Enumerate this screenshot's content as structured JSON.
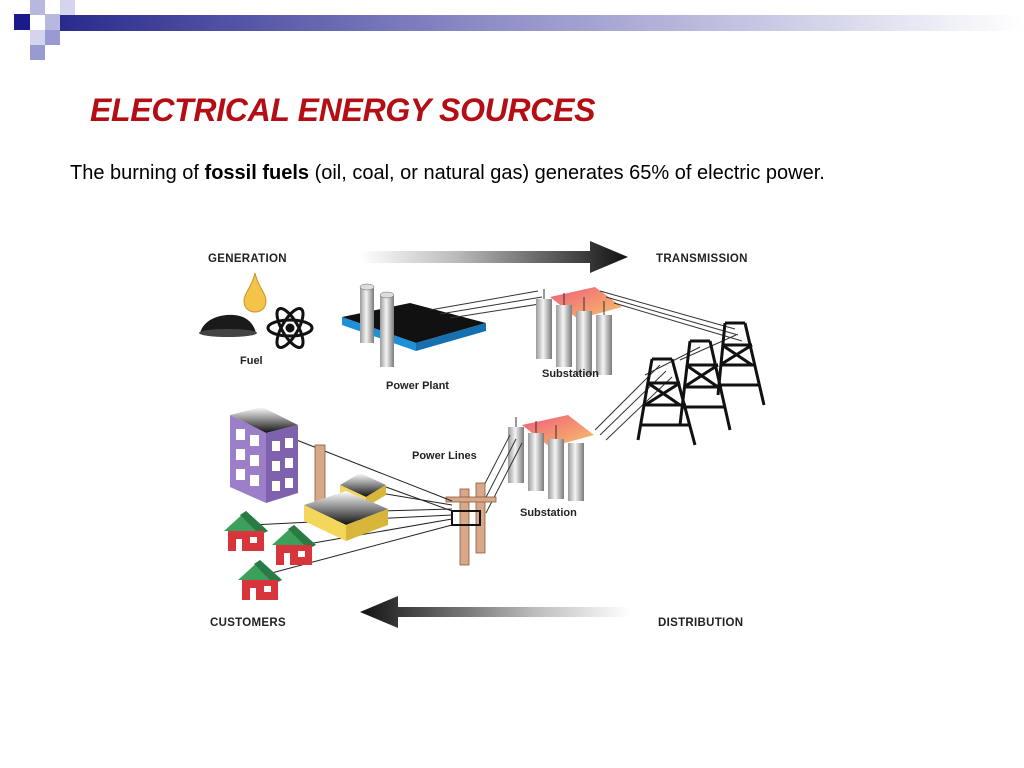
{
  "slide": {
    "title": "ELECTRICAL ENERGY SOURCES",
    "subtitle": {
      "before": "The burning of ",
      "bold": "fossil fuels",
      "after": " (oil, coal, or natural gas) generates 65% of electric power."
    }
  },
  "diagram": {
    "labels": {
      "generation": "GENERATION",
      "transmission": "TRANSMISSION",
      "customers": "CUSTOMERS",
      "distribution": "DISTRIBUTION",
      "fuel": "Fuel",
      "power_plant": "Power Plant",
      "substation_top": "Substation",
      "substation_bottom": "Substation",
      "power_lines": "Power Lines"
    }
  },
  "colors": {
    "title": "#b40d14",
    "accent_navy": "#1a1a8c",
    "accent_lavender": "#9a9ad2",
    "plant_blue": "#1e90d8",
    "building_purple": "#9b7fc8",
    "house_red": "#d8343c",
    "roof_green": "#3da05a"
  }
}
